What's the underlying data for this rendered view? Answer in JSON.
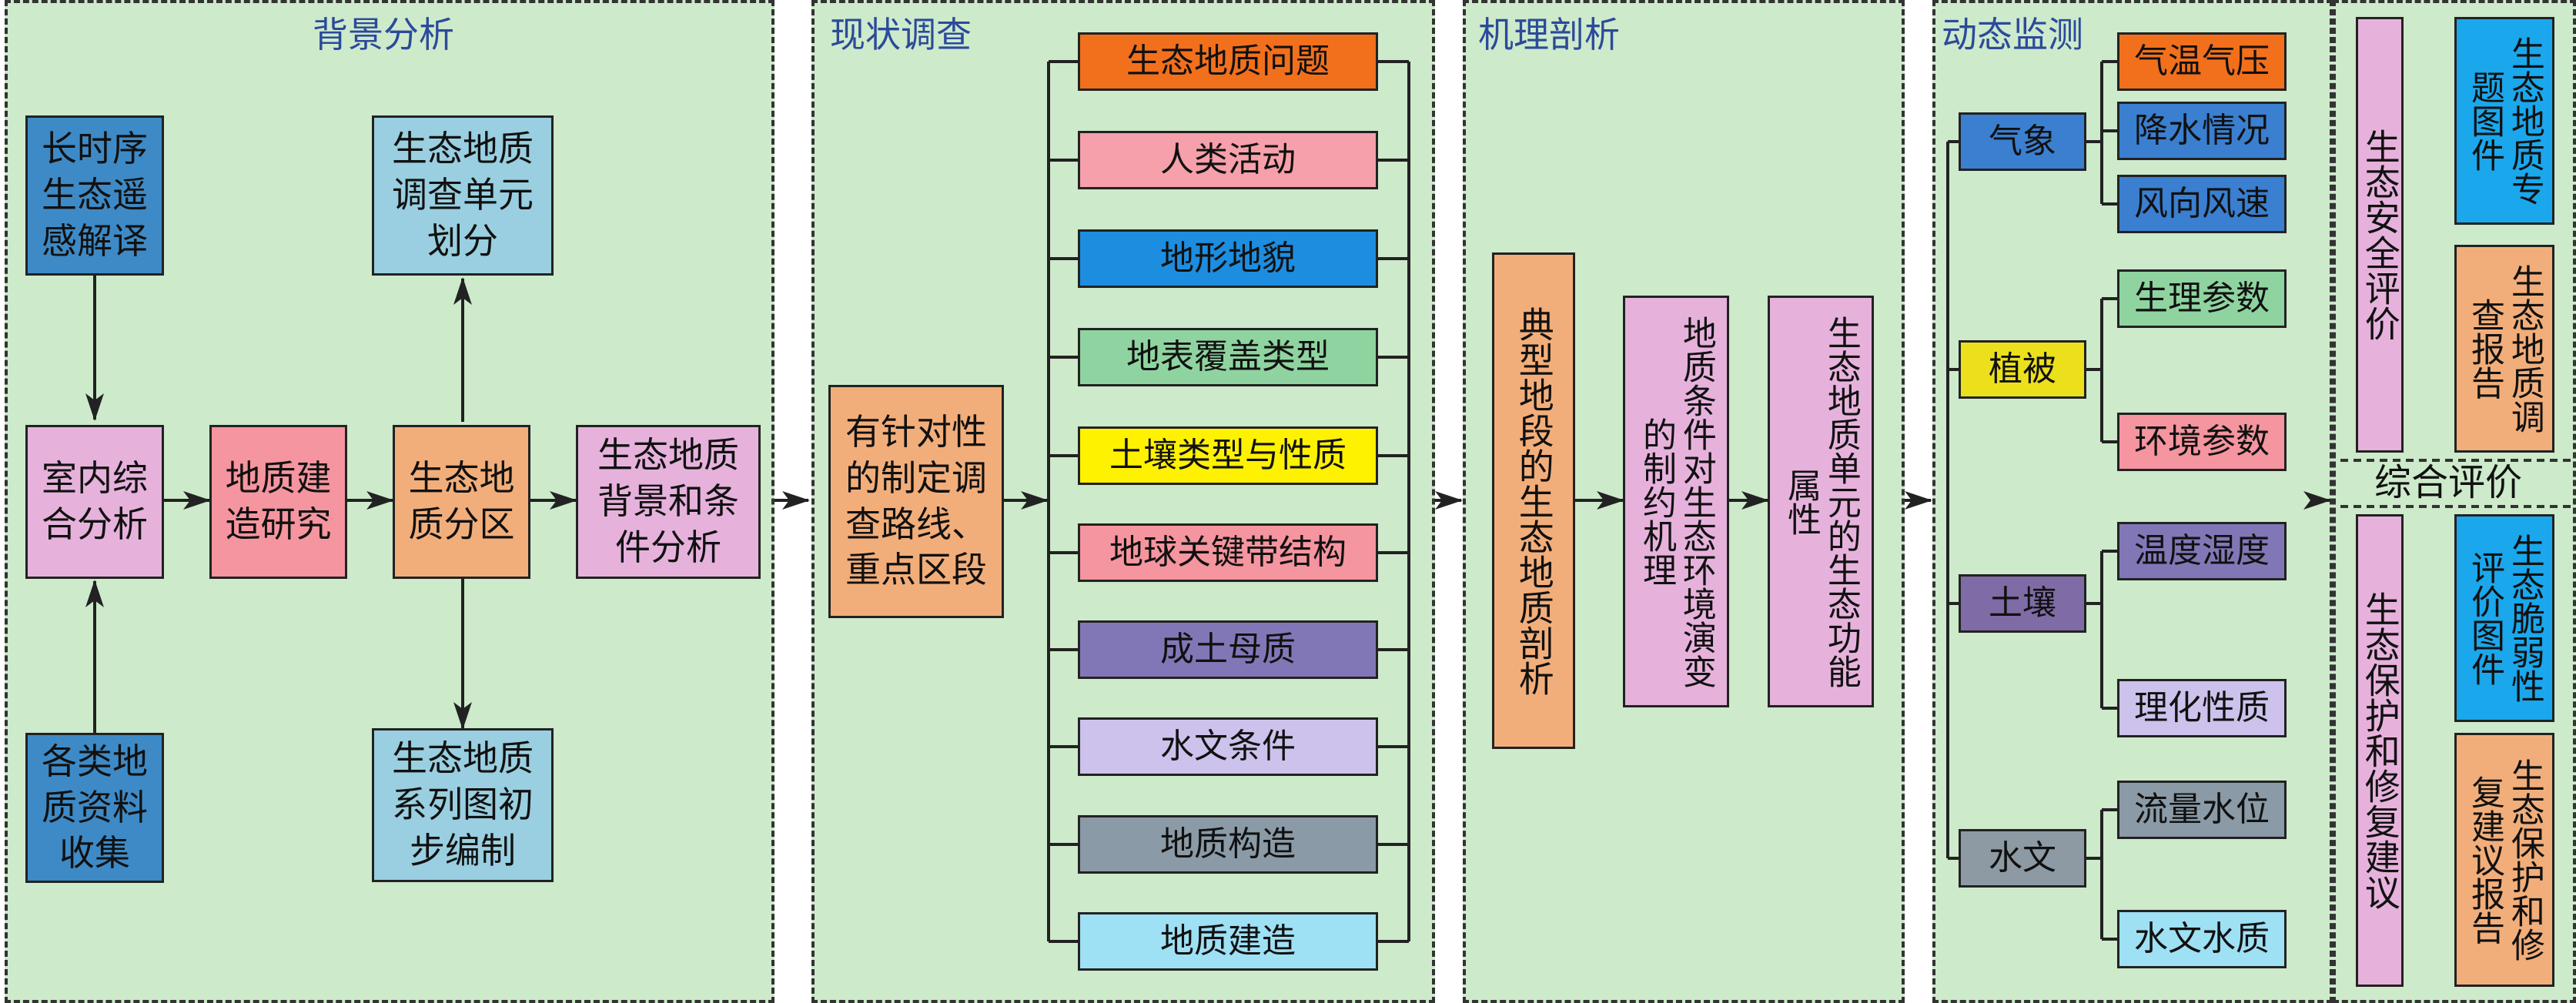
{
  "colors": {
    "panel_bg": "#cdeacb",
    "steelblue": "#3e8ac6",
    "lightblue": "#99cfe0",
    "pink_light": "#e6b2dc",
    "pink": "#f5959f",
    "orange_light": "#f2ae7a",
    "orange": "#f2701c",
    "blue": "#1d8de0",
    "green_light": "#8fd4a0",
    "yellow": "#fff200",
    "purple": "#8277b6",
    "lavender": "#cdc2ec",
    "gray_blue": "#8a9aa6",
    "cyan_light": "#9ee0f4",
    "blue_deep": "#3a7fd0",
    "yellow_deep": "#ece01c",
    "purple_deep": "#7f6ba6",
    "gray_deep": "#8d9aa4",
    "bright_blue": "#1aa7ec"
  },
  "panels": {
    "background": {
      "title": "背景分析"
    },
    "survey": {
      "title": "现状调查"
    },
    "mechanism": {
      "title": "机理剖析"
    },
    "monitoring": {
      "title": "动态监测"
    },
    "evaluation": {
      "title": "综合评价"
    }
  },
  "background": {
    "remote_sensing": "长时序生态遥感解译",
    "indoor_analysis": "室内综合分析",
    "geo_data": "各类地质资料收集",
    "geo_construction": "地质建造研究",
    "zoning": "生态地质分区",
    "survey_unit": "生态地质调查单元划分",
    "map_series": "生态地质系列图初步编制",
    "condition_analysis": "生态地质背景和条件分析"
  },
  "survey": {
    "route": "有针对性的制定调查路线、重点区段",
    "items": [
      "生态地质问题",
      "人类活动",
      "地形地貌",
      "地表覆盖类型",
      "土壤类型与性质",
      "地球关键带结构",
      "成土母质",
      "水文条件",
      "地质构造",
      "地质建造"
    ]
  },
  "mechanism": {
    "typical_section": "典型地段的生态地质剖析",
    "mechanism_text": "地质条件对生态环境演变的制约机理",
    "function_text": "生态地质单元的生态功能属性"
  },
  "monitoring": {
    "groups": [
      {
        "name": "气象",
        "items": [
          "气温气压",
          "降水情况",
          "风向风速"
        ]
      },
      {
        "name": "植被",
        "items": [
          "生理参数",
          "环境参数"
        ]
      },
      {
        "name": "土壤",
        "items": [
          "温度湿度",
          "理化性质"
        ]
      },
      {
        "name": "水文",
        "items": [
          "流量水位",
          "水文水质"
        ]
      }
    ]
  },
  "evaluation": {
    "safety": "生态安全评价",
    "protection": "生态保护和修复建议",
    "map_set": "生态地质专题图件",
    "report": "生态地质调查报告",
    "fragility_map": "生态脆弱性评价图件",
    "restoration_report": "生态保护和修复建议报告"
  }
}
